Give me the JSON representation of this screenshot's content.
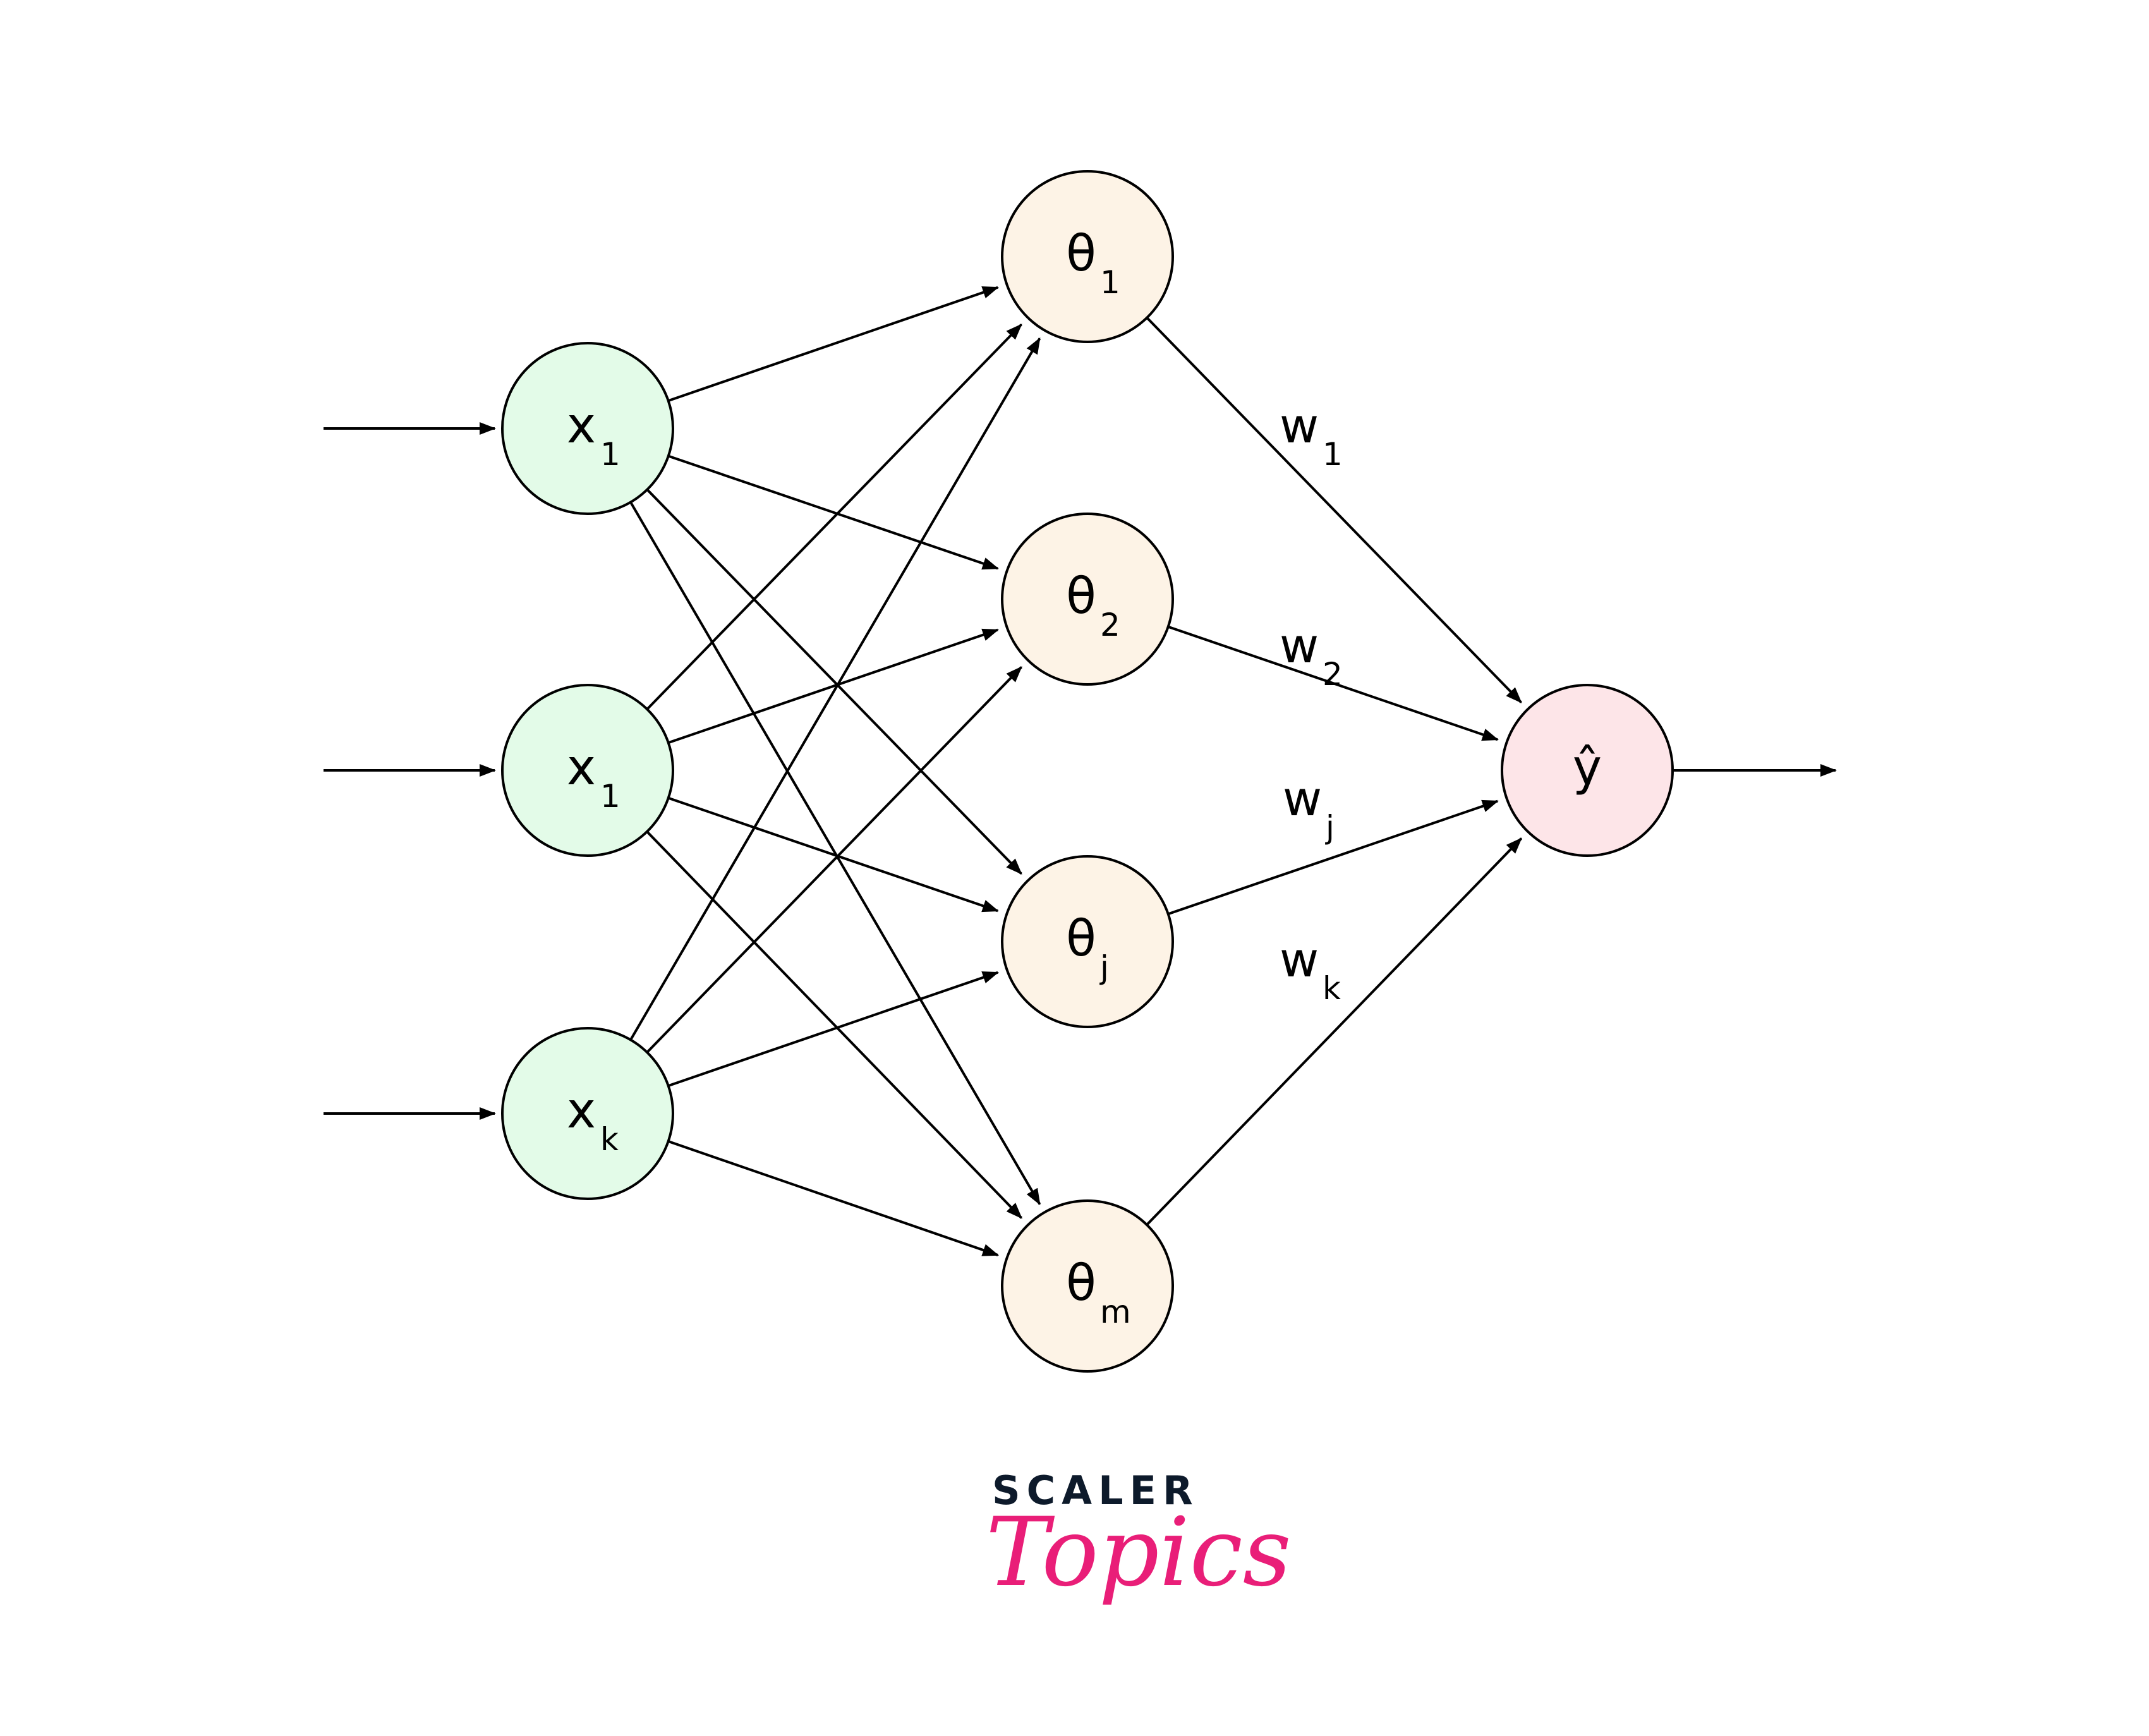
{
  "diagram": {
    "title": "Neural network with input layer, hidden layer and output",
    "input_nodes": [
      {
        "id": "in1",
        "symbol": "x",
        "subscript": "1",
        "fill": "#e3fbe8"
      },
      {
        "id": "in2",
        "symbol": "x",
        "subscript": "1",
        "fill": "#e3fbe8"
      },
      {
        "id": "in3",
        "symbol": "x",
        "subscript": "k",
        "fill": "#e3fbe8"
      }
    ],
    "hidden_nodes": [
      {
        "id": "h1",
        "symbol": "θ",
        "subscript": "1",
        "fill": "#fdf3e6"
      },
      {
        "id": "h2",
        "symbol": "θ",
        "subscript": "2",
        "fill": "#fdf3e6"
      },
      {
        "id": "h3",
        "symbol": "θ",
        "subscript": "j",
        "fill": "#fdf3e6"
      },
      {
        "id": "h4",
        "symbol": "θ",
        "subscript": "m",
        "fill": "#fdf3e6"
      }
    ],
    "output_node": {
      "id": "out",
      "symbol": "ŷ",
      "fill": "#fde5e8"
    },
    "weights": [
      {
        "symbol": "w",
        "subscript": "1",
        "from": "h1"
      },
      {
        "symbol": "w",
        "subscript": "2",
        "from": "h2"
      },
      {
        "symbol": "w",
        "subscript": "j",
        "from": "h3"
      },
      {
        "symbol": "w",
        "subscript": "k",
        "from": "h4"
      }
    ],
    "edges": "fully-connected input→hidden, hidden→output"
  },
  "logo": {
    "line1": "SCALER",
    "line2": "Topics",
    "line1_color": "#0d1a2b",
    "line2_color": "#e91e78"
  }
}
